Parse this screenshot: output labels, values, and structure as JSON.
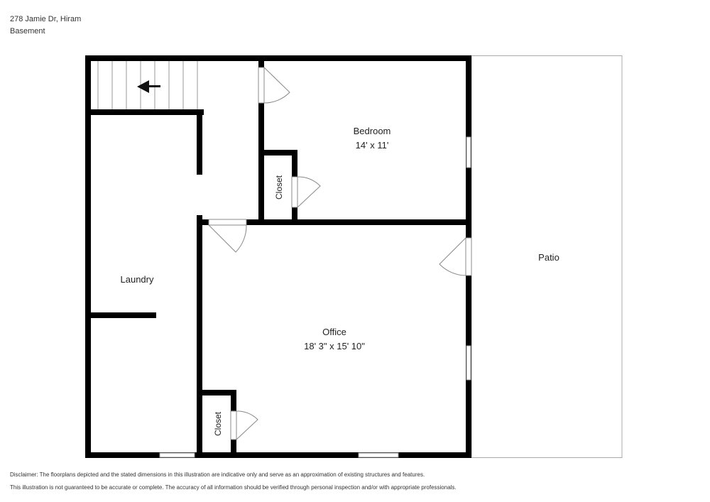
{
  "header": {
    "address": "278 Jamie Dr, Hiram",
    "floor": "Basement"
  },
  "rooms": [
    {
      "name": "Bedroom",
      "dimensions": "14' x 11'"
    },
    {
      "name": "Closet",
      "dimensions": ""
    },
    {
      "name": "Laundry",
      "dimensions": ""
    },
    {
      "name": "Office",
      "dimensions": "18' 3\" x 15' 10\""
    },
    {
      "name": "Closet",
      "dimensions": ""
    },
    {
      "name": "Patio",
      "dimensions": ""
    }
  ],
  "icons": {
    "stairs_direction": "arrow-left-icon"
  },
  "footer": {
    "disclaimer_line1": "Disclaimer: The floorplans depicted and the stated dimensions in this illustration are indicative only and serve as an approximation of existing structures and features.",
    "disclaimer_line2": "This illustration is not guaranteed to be accurate or complete. The accuracy of all information should be verified through personal inspection and/or with appropriate professionals."
  },
  "colors": {
    "wall": "#000000",
    "patio_border": "#aaaaaa",
    "background": "#ffffff"
  }
}
